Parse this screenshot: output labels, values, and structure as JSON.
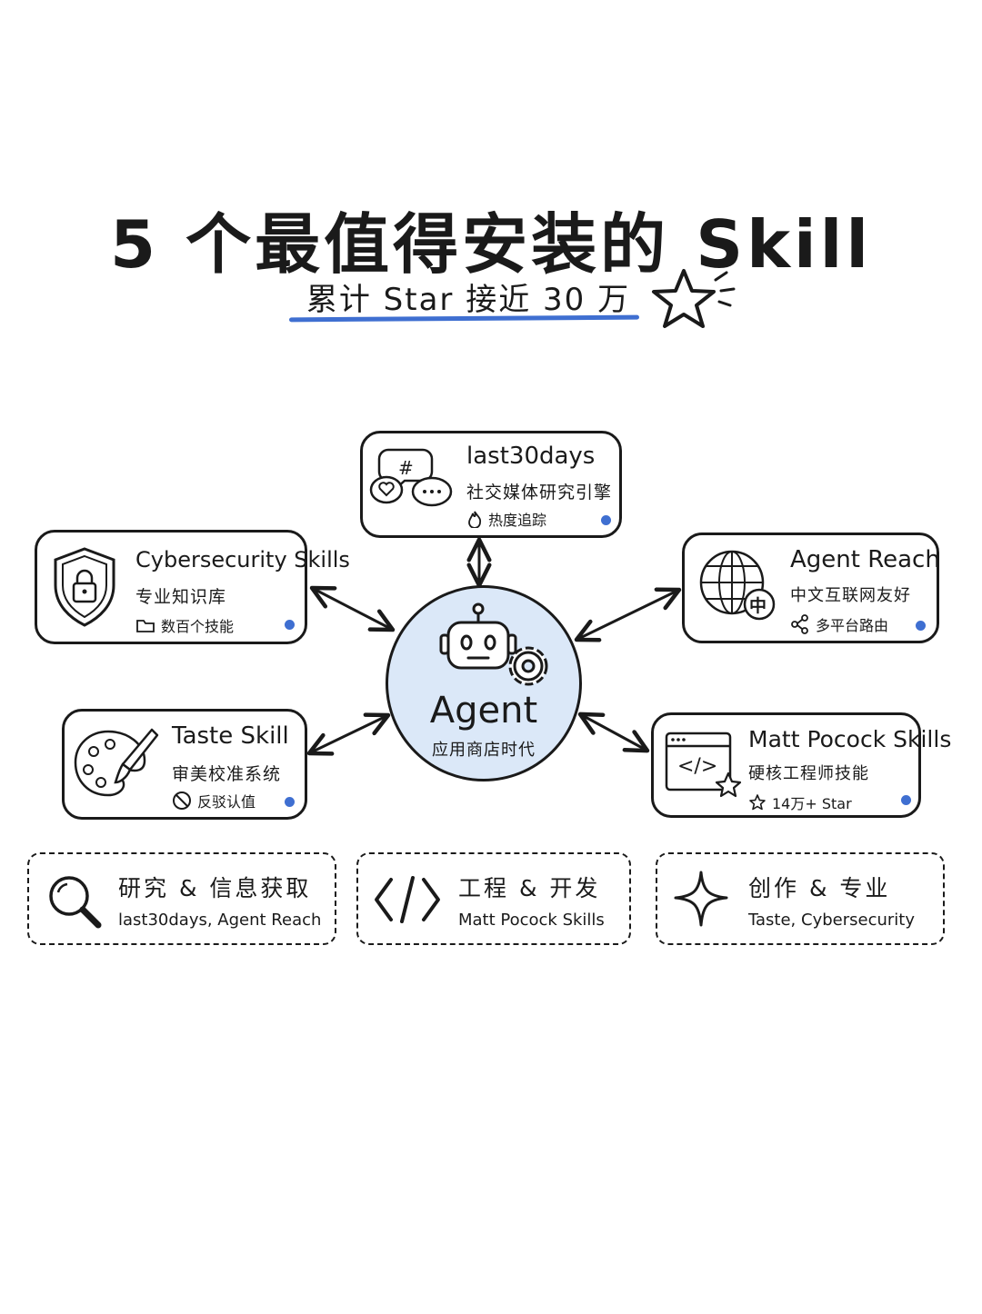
{
  "header": {
    "title": "5 个最值得安装的 Skill",
    "subtitle": "累计 Star 接近 30 万"
  },
  "hub": {
    "title": "Agent",
    "subtitle": "应用商店时代"
  },
  "cards": {
    "last30days": {
      "title": "last30days",
      "subtitle": "社交媒体研究引擎",
      "tag": "热度追踪",
      "icon": "chat-bubbles-icon",
      "tag_icon": "flame-icon"
    },
    "cybersecurity": {
      "title": "Cybersecurity Skills",
      "subtitle": "专业知识库",
      "tag": "数百个技能",
      "icon": "shield-lock-icon",
      "tag_icon": "folder-icon"
    },
    "agent_reach": {
      "title": "Agent Reach",
      "subtitle": "中文互联网友好",
      "tag": "多平台路由",
      "icon": "globe-icon",
      "globe_badge": "中",
      "tag_icon": "share-icon"
    },
    "taste": {
      "title": "Taste Skill",
      "subtitle": "审美校准系统",
      "tag": "反驳认值",
      "icon": "palette-icon",
      "tag_icon": "ban-icon"
    },
    "matt_pocock": {
      "title": "Matt Pocock Skills",
      "subtitle": "硬核工程师技能",
      "tag": "14万+ Star",
      "icon": "code-window-icon",
      "code_glyph": "</>",
      "tag_icon": "star-icon"
    }
  },
  "categories": [
    {
      "title": "研究 & 信息获取",
      "items": "last30days, Agent Reach",
      "icon": "magnifier-icon"
    },
    {
      "title": "工程 & 开发",
      "items": "Matt Pocock Skills",
      "icon": "code-brackets-icon"
    },
    {
      "title": "创作 & 专业",
      "items": "Taste, Cybersecurity",
      "icon": "sparkle-icon"
    }
  ],
  "colors": {
    "accent": "#3f6fd1",
    "hub_fill": "#dbe8f8",
    "ink": "#1a1a1a"
  }
}
